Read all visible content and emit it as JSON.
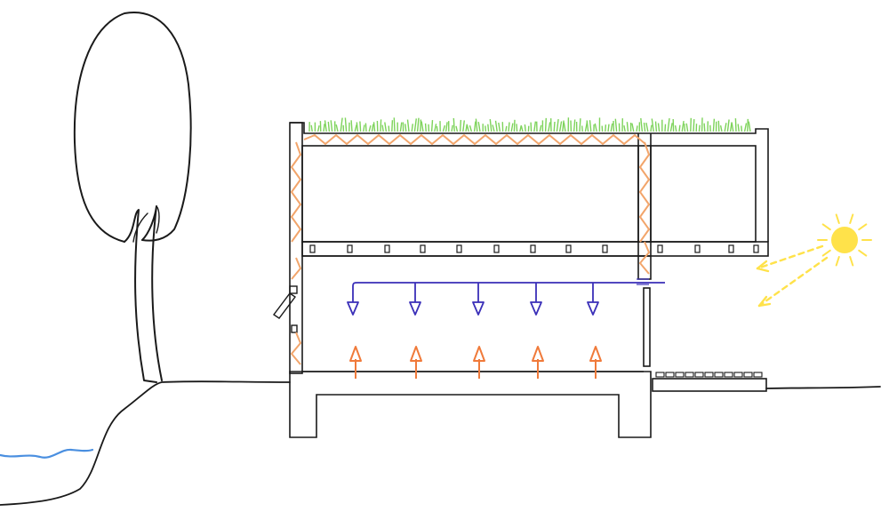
{
  "drawing": {
    "kind": "building-section-sketch",
    "elements": [
      "tree",
      "water",
      "ground",
      "green-roof",
      "insulation",
      "upper-room",
      "floor-slab",
      "cooling-pipe",
      "heating-arrows",
      "foundation",
      "annex",
      "sun",
      "sun-rays",
      "window"
    ],
    "cool_arrow_count": 5,
    "heat_arrow_count": 5
  },
  "colors": {
    "ink": "#1a1a1a",
    "grass": "#7dd35a",
    "insulation": "#f2a56b",
    "cooling": "#3a2fb8",
    "heating": "#f07a3a",
    "sun": "#ffe24a",
    "water": "#4a8fe0"
  }
}
